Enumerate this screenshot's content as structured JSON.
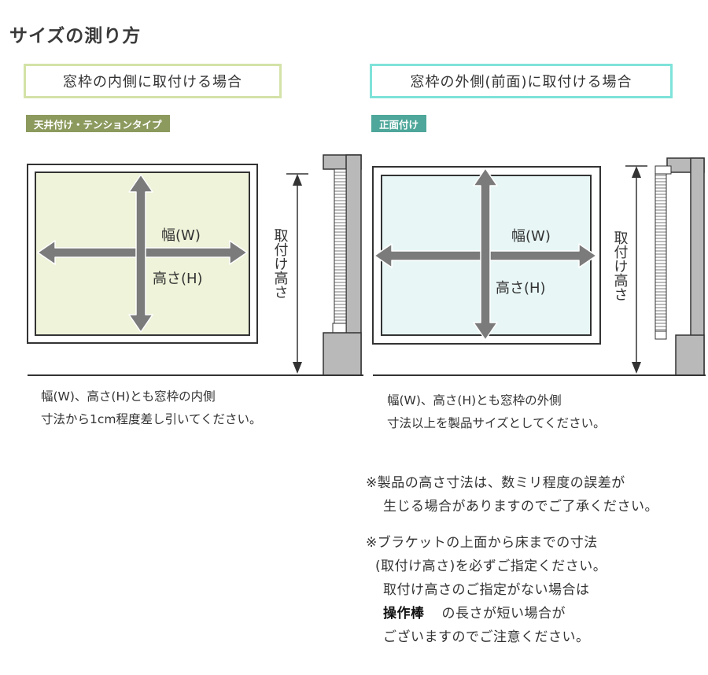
{
  "page_title": "サイズの測り方",
  "colors": {
    "inside_border": "#d4e3a8",
    "outside_border": "#7fe3d9",
    "inside_tag_bg": "#8c9a5e",
    "outside_tag_bg": "#4ea79a",
    "inside_window_fill": "#eef3d9",
    "outside_window_fill": "#e8f7f6",
    "arrow_gray": "#7b7b7b"
  },
  "inside": {
    "heading": "窓枠の内側に取付ける場合",
    "tag": "天井付け・テンションタイプ",
    "width_label": "幅(W)",
    "height_label": "高さ(H)",
    "mount_height_label": "取付け高さ",
    "note_line1": "幅(W)、高さ(H)とも窓枠の内側",
    "note_line2": "寸法から1cm程度差し引いてください。"
  },
  "outside": {
    "heading": "窓枠の外側(前面)に取付ける場合",
    "tag": "正面付け",
    "width_label": "幅(W)",
    "height_label": "高さ(H)",
    "mount_height_label": "取付け高さ",
    "note_line1": "幅(W)、高さ(H)とも窓枠の外側",
    "note_line2": "寸法以上を製品サイズとしてください。"
  },
  "remarks": {
    "r1_line1": "※製品の高さ寸法は、数ミリ程度の誤差が",
    "r1_line2": "生じる場合がありますのでご了承ください。",
    "r2_line1": "※ブラケットの上面から床までの寸法",
    "r2_line2": "(取付け高さ)を必ずご指定ください。",
    "r2_line3": "取付け高さのご指定がない場合は",
    "r2_line4_bold": "操作棒",
    "r2_line4_rest": "の長さが短い場合が",
    "r2_line5": "ございますのでご注意ください。"
  }
}
